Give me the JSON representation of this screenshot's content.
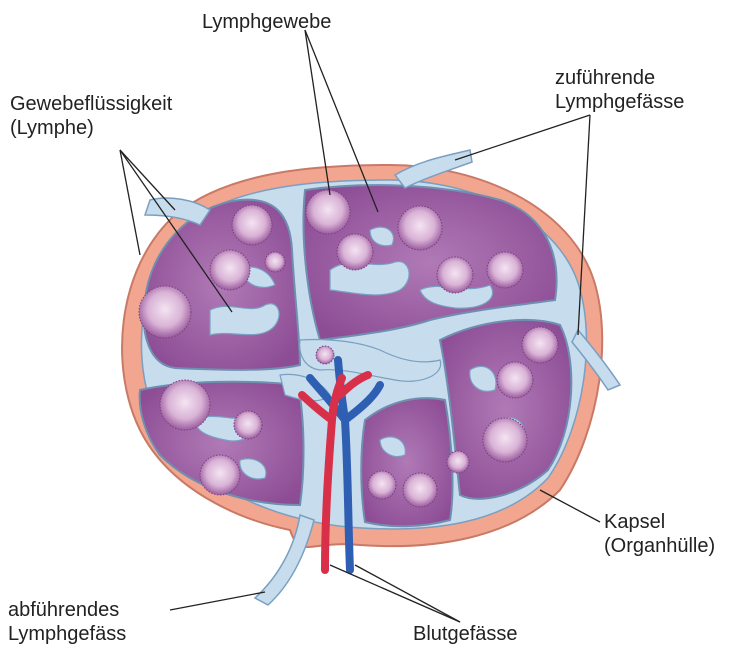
{
  "labels": {
    "lymphgewebe": "Lymphgewebe",
    "gewebe_line1": "Gewebeflüssigkeit",
    "gewebe_line2": "(Lymphe)",
    "zufuehrend_line1": "zuführende",
    "zufuehrend_line2": "Lymphgefässe",
    "kapsel_line1": "Kapsel",
    "kapsel_line2": "(Organhülle)",
    "abfuehrend_line1": "abführendes",
    "abfuehrend_line2": "Lymphgefäss",
    "blut": "Blutgefässe"
  },
  "colors": {
    "capsule": "#f2a68f",
    "capsule_edge": "#c97a66",
    "lymph_fluid": "#c7dcec",
    "tissue": "#a05ea6",
    "tissue_light": "#b98ac0",
    "follicle": "#e8c9e6",
    "artery": "#d9304a",
    "vein": "#2f5fb3"
  }
}
